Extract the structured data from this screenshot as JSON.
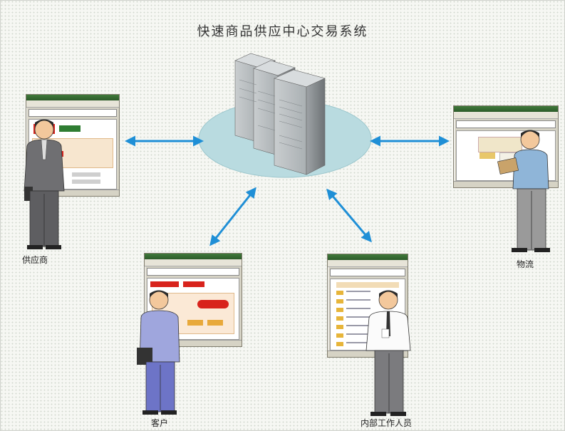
{
  "diagram": {
    "title": "快速商品供应中心交易系统",
    "nodes": [
      {
        "id": "supplier",
        "label": "供应商"
      },
      {
        "id": "logistics",
        "label": "物流"
      },
      {
        "id": "customer",
        "label": "客户"
      },
      {
        "id": "staff",
        "label": "内部工作人员"
      }
    ],
    "hub": "server-cluster",
    "connections": [
      {
        "from": "supplier",
        "to": "server-cluster",
        "direction": "both"
      },
      {
        "from": "logistics",
        "to": "server-cluster",
        "direction": "both"
      },
      {
        "from": "customer",
        "to": "server-cluster",
        "direction": "both"
      },
      {
        "from": "staff",
        "to": "server-cluster",
        "direction": "both"
      }
    ]
  },
  "colors": {
    "arrow": "#1f8fd6",
    "ellipse": "#b9dbe0",
    "server": "#8f9396",
    "window_title": "#3f7a3a",
    "page_red": "#d8231c"
  }
}
